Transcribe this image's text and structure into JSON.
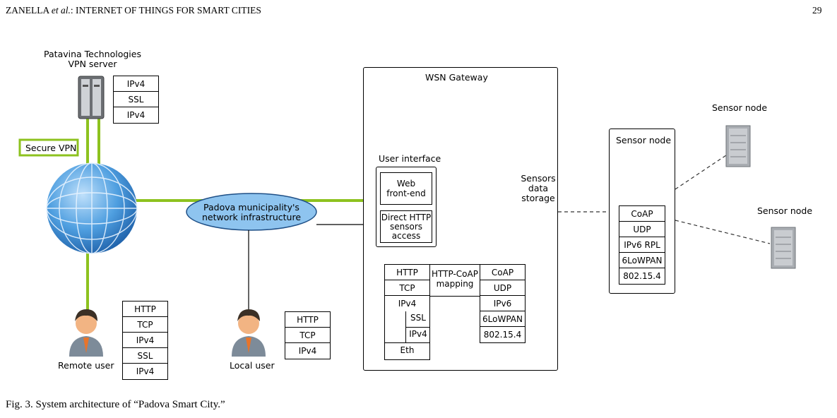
{
  "header": {
    "running_head_prefix": "ZANELLA ",
    "running_head_etal": "et al.",
    "running_head_suffix": ": INTERNET OF THINGS FOR SMART CITIES",
    "page_number": "29"
  },
  "caption": "Fig. 3.  System architecture of “Padova Smart City.”",
  "vpn_server": {
    "title_line1": "Patavina Technologies",
    "title_line2": "VPN server",
    "stack": [
      "IPv4",
      "SSL",
      "IPv4"
    ]
  },
  "secure_vpn": "Secure VPN",
  "network": {
    "line1": "Padova municipality's",
    "line2": "network infrastructure"
  },
  "remote_user": {
    "label": "Remote user",
    "stack": [
      "HTTP",
      "TCP",
      "IPv4",
      "SSL",
      "IPv4"
    ]
  },
  "local_user": {
    "label": "Local user",
    "stack": [
      "HTTP",
      "TCP",
      "IPv4"
    ]
  },
  "gateway": {
    "title": "WSN Gateway",
    "user_interface": "User interface",
    "web_frontend_line1": "Web",
    "web_frontend_line2": "front-end",
    "direct_http_line1": "Direct HTTP",
    "direct_http_line2": "sensors",
    "direct_http_line3": "access",
    "storage_line1": "Sensors",
    "storage_line2": "data",
    "storage_line3": "storage",
    "mapping_line1": "HTTP-CoAP",
    "mapping_line2": "mapping",
    "left_stack": [
      "HTTP",
      "TCP",
      "IPv4"
    ],
    "left_sub": [
      "SSL",
      "IPv4"
    ],
    "left_base": "Eth",
    "right_stack": [
      "CoAP",
      "UDP",
      "IPv6",
      "6LoWPAN",
      "802.15.4"
    ]
  },
  "sensor_box": {
    "title": "Sensor node",
    "stack": [
      "CoAP",
      "UDP",
      "IPv6 RPL",
      "6LoWPAN",
      "802.15.4"
    ]
  },
  "sensor_node_1": "Sensor node",
  "sensor_node_2": "Sensor node",
  "colors": {
    "green_link": "#8dc21f",
    "globe": "#3f8fd6",
    "ellipse": "#8ec4ef",
    "router_signal": "#4aa3e8"
  }
}
